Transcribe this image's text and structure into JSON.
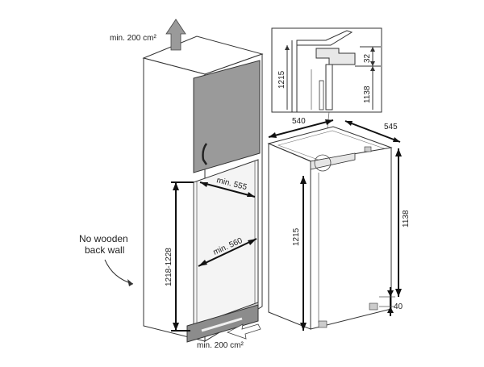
{
  "vent_top_label": "min. 200 cm²",
  "vent_bottom_label": "min. 200 cm²",
  "no_wooden_back_wall": [
    "No wooden",
    "back wall"
  ],
  "niche_height": "1218-1228",
  "niche_depth_upper": "min. 555",
  "niche_depth_lower": "min. 560",
  "detail_dim_1215": "1215",
  "detail_dim_32": "32",
  "detail_dim_1138": "1138",
  "appliance_width": "540",
  "appliance_depth": "545",
  "appliance_height": "1215",
  "appliance_hinge_height": "1138",
  "appliance_foot_height": "40"
}
